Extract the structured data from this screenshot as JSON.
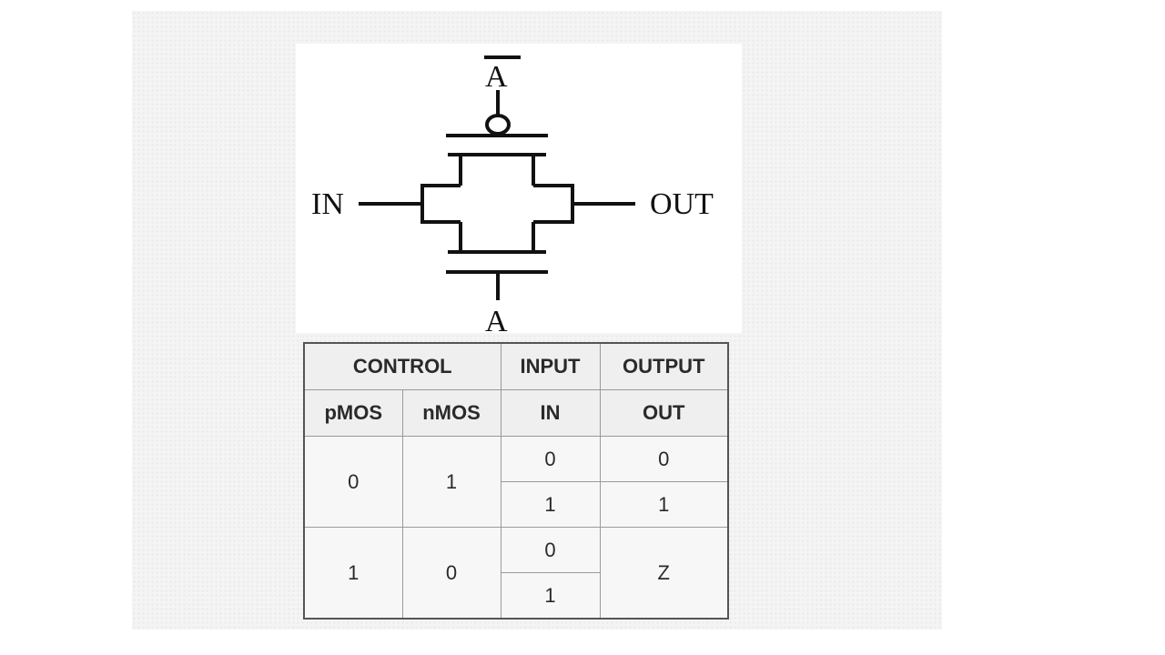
{
  "circuit": {
    "control_top": "A",
    "control_bottom": "A",
    "input_label": "IN",
    "output_label": "OUT"
  },
  "table": {
    "header_group_control": "CONTROL",
    "header_input": "INPUT",
    "header_output": "OUTPUT",
    "sub_pmos": "pMOS",
    "sub_nmos": "nMOS",
    "sub_in": "IN",
    "sub_out": "OUT",
    "rows": [
      {
        "pmos": "0",
        "nmos": "1",
        "in": [
          "0",
          "1"
        ],
        "out": [
          "0",
          "1"
        ]
      },
      {
        "pmos": "1",
        "nmos": "0",
        "in": [
          "0",
          "1"
        ],
        "out": "Z"
      }
    ]
  }
}
